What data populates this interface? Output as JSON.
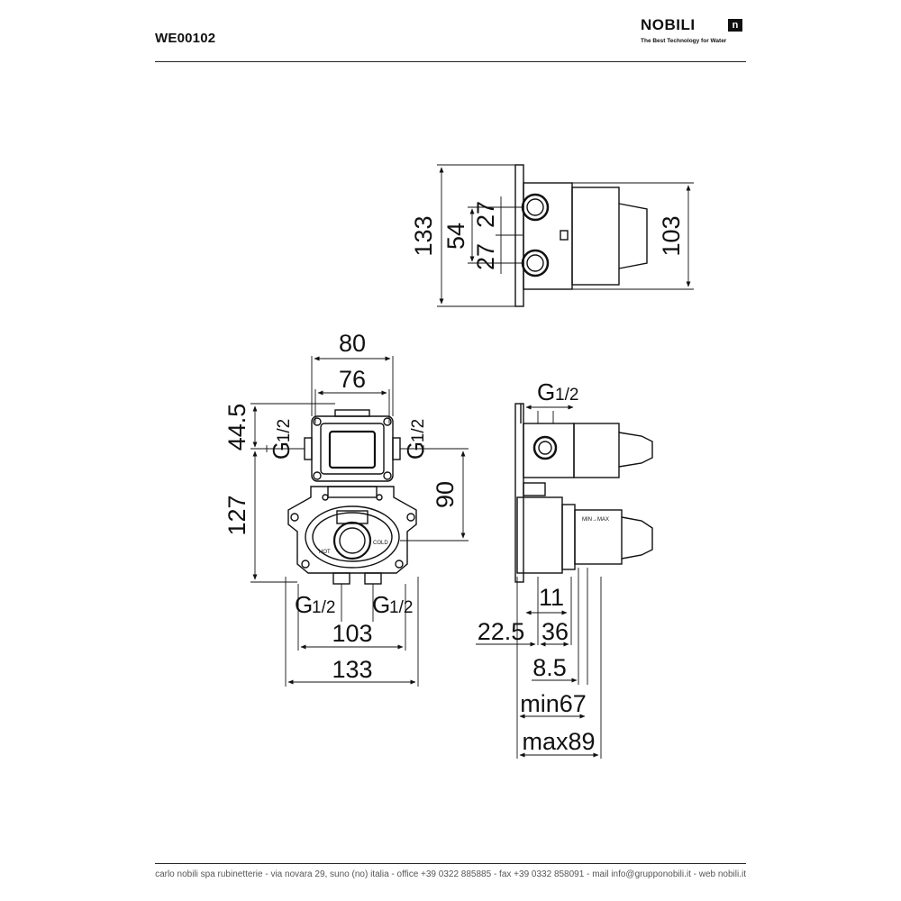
{
  "header": {
    "code": "WE00102",
    "brand_name": "NOBILI",
    "brand_mark": "n",
    "tagline": "The Best Technology for Water"
  },
  "top_view": {
    "dim_total_height": "133",
    "dim_pitch": "54",
    "dim_half_upper": "27",
    "dim_half_lower": "27",
    "dim_body_height": "103"
  },
  "front_view": {
    "dim_outer_width": "80",
    "dim_inner_width": "76",
    "dim_upper_height": "44.5",
    "dim_lower_height": "127",
    "dim_center_to_outlet": "90",
    "thread_left": "G",
    "thread_left_frac": "1/2",
    "thread_right": "G",
    "thread_right_frac": "1/2",
    "thread_bottom_left": "G",
    "thread_bottom_left_frac": "1/2",
    "thread_bottom_right": "G",
    "thread_bottom_right_frac": "1/2",
    "dim_inlet_spacing": "103",
    "dim_overall_width": "133",
    "label_hot": "HOT",
    "label_cold": "COLD"
  },
  "side_view": {
    "thread_top": "G",
    "thread_top_frac": "1/2",
    "dim_11": "11",
    "dim_22_5": "22.5",
    "dim_36": "36",
    "dim_8_5": "8.5",
    "dim_min": "min67",
    "dim_max": "max89",
    "label_min_max": "MIN→MAX"
  },
  "footer": {
    "text": "carlo nobili spa rubinetterie - via novara 29, suno (no) italia - office +39 0322 885885 - fax +39 0332 858091 - mail info@grupponobili.it - web nobili.it"
  }
}
